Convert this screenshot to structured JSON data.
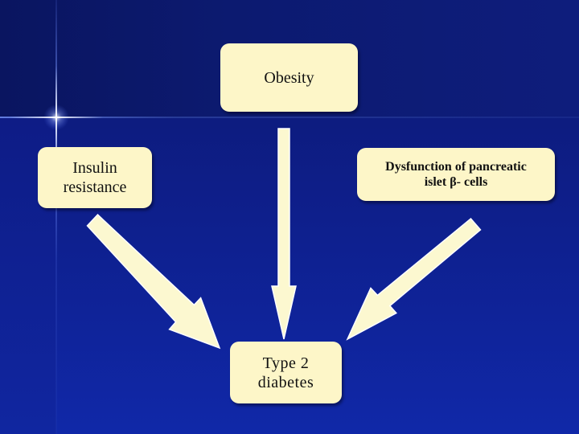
{
  "diagram": {
    "nodes": {
      "obesity": {
        "label": "Obesity"
      },
      "insulin_resistance": {
        "lines": [
          "Insulin",
          "resistance"
        ]
      },
      "dysfunction": {
        "lines": [
          "Dysfunction of pancreatic",
          "islet β- cells"
        ]
      },
      "type2_diabetes": {
        "lines": [
          "Type 2",
          "diabetes"
        ]
      }
    },
    "edges": [
      {
        "from": "insulin_resistance",
        "to": "type2_diabetes"
      },
      {
        "from": "obesity",
        "to": "type2_diabetes"
      },
      {
        "from": "dysfunction",
        "to": "type2_diabetes"
      }
    ]
  },
  "colors": {
    "box_fill": "#fdf6c8",
    "arrow_fill": "#fcf8d0",
    "background": "#0e1f8c"
  }
}
